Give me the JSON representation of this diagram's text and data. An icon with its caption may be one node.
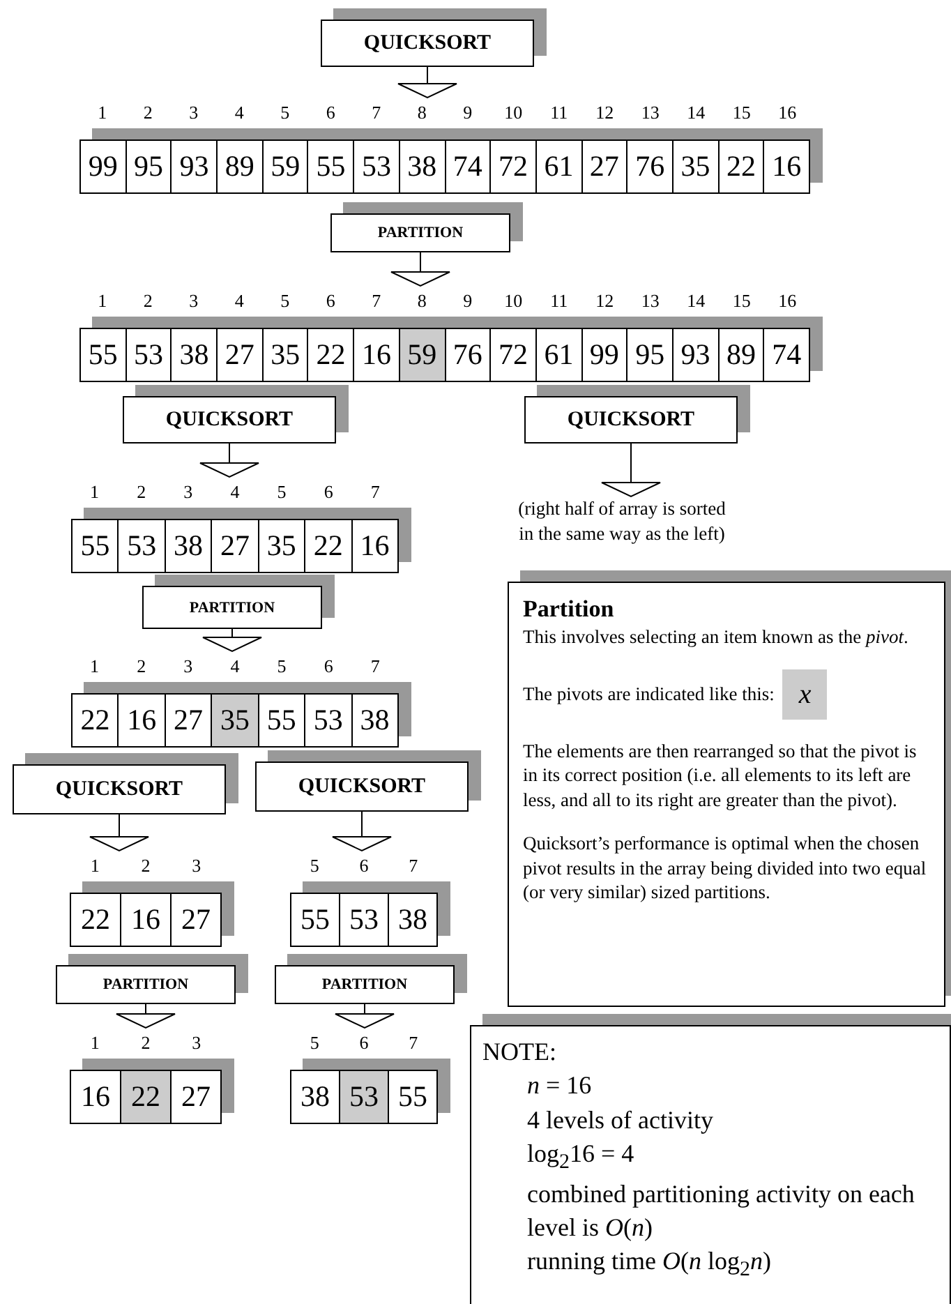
{
  "diagram": {
    "nodes": [
      {
        "text": [
          "QUICKSORT"
        ]
      },
      {
        "text": [
          "99",
          "95",
          "93",
          "89",
          "59",
          "55",
          "53",
          "38",
          "74",
          "72",
          "61",
          "27",
          "76",
          "35",
          "22",
          "16"
        ],
        "beside": [
          "1",
          "2",
          "3",
          "4",
          "5",
          "6",
          "7",
          "8",
          "9",
          "10",
          "11",
          "12",
          "13",
          "14",
          "15",
          "16"
        ]
      },
      {
        "text": [
          "PARTITION"
        ]
      },
      {
        "text": [
          "55",
          "53",
          "38",
          "27",
          "35",
          "22",
          "16",
          "59",
          "76",
          "72",
          "61",
          "99",
          "95",
          "93",
          "89",
          "74"
        ],
        "beside": [
          "1",
          "2",
          "3",
          "4",
          "5",
          "6",
          "7",
          "8",
          "9",
          "10",
          "11",
          "12",
          "13",
          "14",
          "15",
          "16"
        ]
      },
      {
        "text": [
          "QUICKSORT"
        ]
      },
      {
        "text": [
          "QUICKSORT"
        ]
      },
      {
        "text": [
          "55",
          "53",
          "38",
          "27",
          "35",
          "22",
          "16"
        ],
        "beside": [
          "1",
          "2",
          "3",
          "4",
          "5",
          "6",
          "7"
        ]
      },
      {
        "text": [
          "(right half of array is sorted in the same way as the left)"
        ]
      },
      {
        "text": [
          "PARTITION"
        ]
      },
      {
        "text": [
          "Partition",
          "This involves selecting an item known as the *pivot*.",
          "The pivots are indicated like this:",
          "The elements are then rearranged so that the pivot is in its correct position (i.e. all elements to its left are less, and all to its right are greater than the pivot).",
          "Quicksort’s performance is optimal when the chosen pivot results in the array being divided into two equal (or very similar) sized partitions."
        ]
      },
      {
        "text": [
          "x"
        ],
        "in": 9
      },
      {
        "text": [
          "22",
          "16",
          "27",
          "35",
          "55",
          "53",
          "38"
        ],
        "beside": [
          "1",
          "2",
          "3",
          "4",
          "5",
          "6",
          "7"
        ]
      },
      {
        "text": [
          "QUICKSORT"
        ]
      },
      {
        "text": [
          "QUICKSORT"
        ]
      },
      {
        "text": [
          "22",
          "16",
          "27"
        ],
        "beside": [
          "1",
          "2",
          "3"
        ]
      },
      {
        "text": [
          "55",
          "53",
          "38"
        ],
        "beside": [
          "5",
          "6",
          "7"
        ]
      },
      {
        "text": [
          "PARTITION"
        ]
      },
      {
        "text": [
          "PARTITION"
        ]
      },
      {
        "text": [
          "16",
          "22",
          "27"
        ],
        "beside": [
          "1",
          "2",
          "3"
        ]
      },
      {
        "text": [
          "38",
          "53",
          "55"
        ],
        "beside": [
          "5",
          "6",
          "7"
        ]
      },
      {
        "text": [
          "NOTE:",
          "*n* = 16",
          "4 levels of activity",
          "log$_{2}$16 = 4",
          "combined partitioning activity on each level is *O*(*n*)",
          "running time *O*(*n*   log$_{2}$*n*)"
        ]
      }
    ],
    "edges": [
      {
        "from": 0,
        "to": 1,
        "arrow": "to"
      },
      {
        "from": 2,
        "to": 3,
        "arrow": "to"
      },
      {
        "from": 4,
        "to": 6,
        "arrow": "to"
      },
      {
        "from": 5,
        "to": 7,
        "arrow": "to"
      },
      {
        "from": 8,
        "to": 11,
        "arrow": "to"
      },
      {
        "from": 12,
        "to": 14,
        "arrow": "to"
      },
      {
        "from": 13,
        "to": 15,
        "arrow": "to"
      },
      {
        "from": 16,
        "to": 18,
        "arrow": "to"
      },
      {
        "from": 17,
        "to": 19,
        "arrow": "to"
      }
    ]
  }
}
